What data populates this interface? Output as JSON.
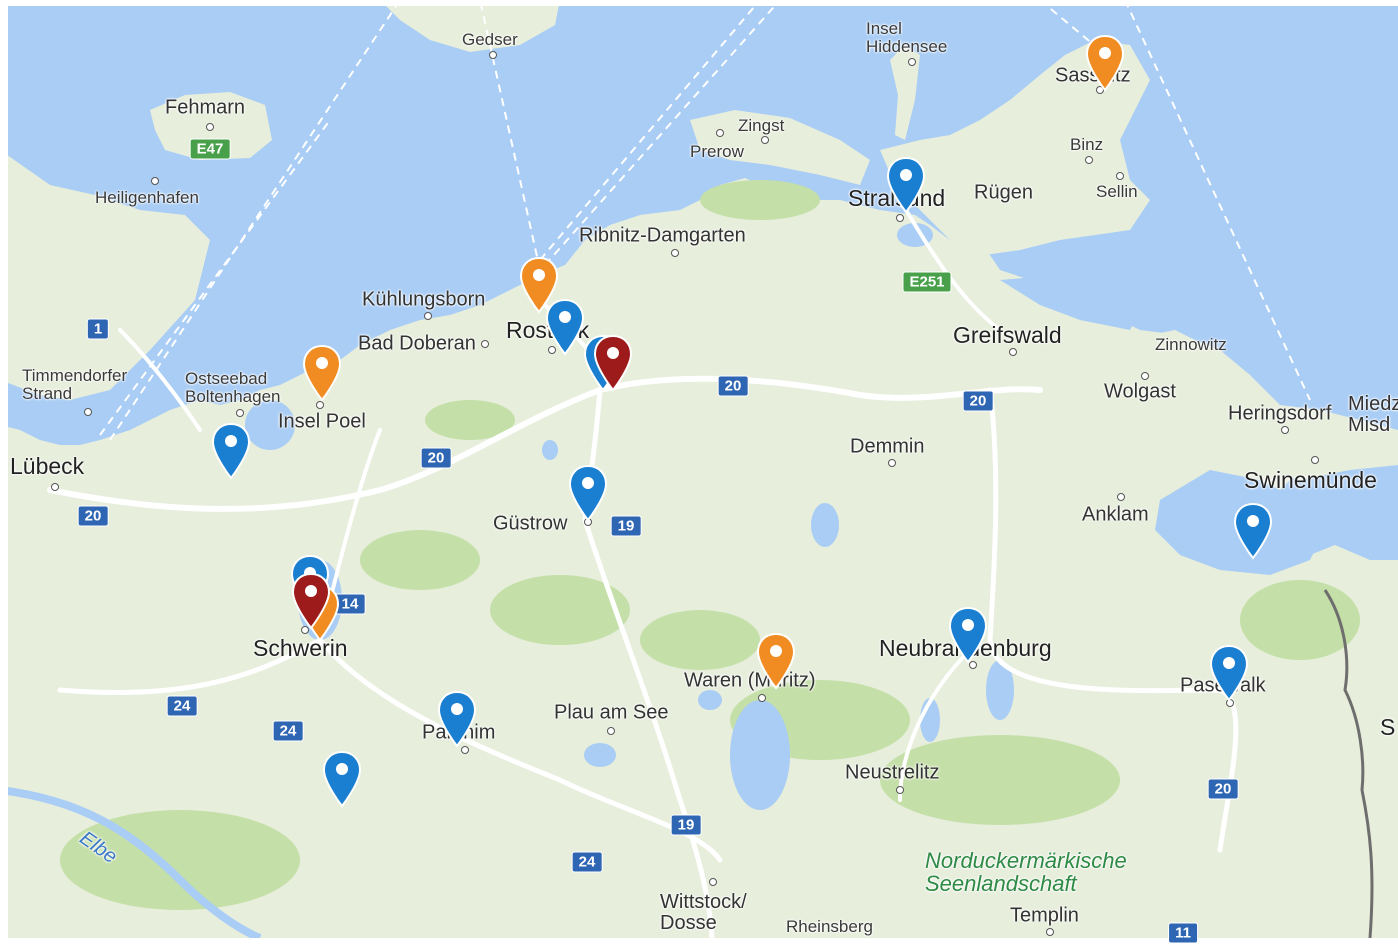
{
  "map": {
    "cities": [
      {
        "id": "gedser",
        "name": "Gedser",
        "size": "small"
      },
      {
        "id": "insel-hiddensee",
        "name": "Insel\nHiddensee",
        "size": "small"
      },
      {
        "id": "sassnitz",
        "name": "Sassnitz",
        "size": "mid"
      },
      {
        "id": "fehmarn",
        "name": "Fehmarn",
        "size": "mid"
      },
      {
        "id": "zingst",
        "name": "Zingst",
        "size": "small"
      },
      {
        "id": "prerow",
        "name": "Prerow",
        "size": "small"
      },
      {
        "id": "binz",
        "name": "Binz",
        "size": "small"
      },
      {
        "id": "heiligenhafen",
        "name": "Heiligenhafen",
        "size": "small"
      },
      {
        "id": "stralsund",
        "name": "Stralsund",
        "size": "big"
      },
      {
        "id": "ruegen",
        "name": "Rügen",
        "size": "mid"
      },
      {
        "id": "sellin",
        "name": "Sellin",
        "size": "small"
      },
      {
        "id": "ribnitz",
        "name": "Ribnitz-Damgarten",
        "size": "mid"
      },
      {
        "id": "kuehlungsborn",
        "name": "Kühlungsborn",
        "size": "mid"
      },
      {
        "id": "rostock",
        "name": "Rostock",
        "size": "big"
      },
      {
        "id": "greifswald",
        "name": "Greifswald",
        "size": "big"
      },
      {
        "id": "zinnowitz",
        "name": "Zinnowitz",
        "size": "small"
      },
      {
        "id": "bad-doberan",
        "name": "Bad Doberan",
        "size": "mid"
      },
      {
        "id": "timmendorfer",
        "name": "Timmendorfer\nStrand",
        "size": "small"
      },
      {
        "id": "ostseebad",
        "name": "Ostseebad\nBoltenhagen",
        "size": "small"
      },
      {
        "id": "insel-poel",
        "name": "Insel Poel",
        "size": "mid"
      },
      {
        "id": "wolgast",
        "name": "Wolgast",
        "size": "mid"
      },
      {
        "id": "heringsdorf",
        "name": "Heringsdorf",
        "size": "mid"
      },
      {
        "id": "miedz",
        "name": "Miedz\nMisd",
        "size": "mid"
      },
      {
        "id": "luebeck",
        "name": "Lübeck",
        "size": "big"
      },
      {
        "id": "demmin",
        "name": "Demmin",
        "size": "mid"
      },
      {
        "id": "swinemuende",
        "name": "Swinemünde",
        "size": "big"
      },
      {
        "id": "anklam",
        "name": "Anklam",
        "size": "mid"
      },
      {
        "id": "guestrow",
        "name": "Güstrow",
        "size": "mid"
      },
      {
        "id": "schwerin",
        "name": "Schwerin",
        "size": "big"
      },
      {
        "id": "neubrandenburg",
        "name": "Neubrandenburg",
        "size": "big"
      },
      {
        "id": "waren",
        "name": "Waren (Müritz)",
        "size": "mid"
      },
      {
        "id": "pasewalk",
        "name": "Pasewalk",
        "size": "mid"
      },
      {
        "id": "plau",
        "name": "Plau am See",
        "size": "mid"
      },
      {
        "id": "parchim",
        "name": "Parchim",
        "size": "mid"
      },
      {
        "id": "neustrelitz",
        "name": "Neustrelitz",
        "size": "mid"
      },
      {
        "id": "s-edge",
        "name": "S",
        "size": "big"
      },
      {
        "id": "elbe",
        "name": "Elbe",
        "size": "water"
      },
      {
        "id": "nordtext",
        "name": "Norduckermärkische\nSeenlandschaft",
        "size": "park"
      },
      {
        "id": "templin",
        "name": "Templin",
        "size": "mid"
      },
      {
        "id": "wittstock",
        "name": "Wittstock/\nDosse",
        "size": "mid"
      },
      {
        "id": "rheinsberg",
        "name": "Rheinsberg",
        "size": "small"
      }
    ],
    "shields": [
      {
        "id": "e47",
        "label": "E47",
        "type": "e"
      },
      {
        "id": "a1",
        "label": "1",
        "type": "a"
      },
      {
        "id": "e251",
        "label": "E251",
        "type": "e"
      },
      {
        "id": "a20a",
        "label": "20",
        "type": "a"
      },
      {
        "id": "a20b",
        "label": "20",
        "type": "a"
      },
      {
        "id": "a20c",
        "label": "20",
        "type": "a"
      },
      {
        "id": "a20d",
        "label": "20",
        "type": "a"
      },
      {
        "id": "a19a",
        "label": "19",
        "type": "a"
      },
      {
        "id": "a14",
        "label": "14",
        "type": "a"
      },
      {
        "id": "a24a",
        "label": "24",
        "type": "a"
      },
      {
        "id": "a24b",
        "label": "24",
        "type": "a"
      },
      {
        "id": "a24c",
        "label": "24",
        "type": "a"
      },
      {
        "id": "a19b",
        "label": "19",
        "type": "a"
      },
      {
        "id": "a20e",
        "label": "20",
        "type": "a"
      },
      {
        "id": "a11",
        "label": "11",
        "type": "a"
      }
    ],
    "markers": [
      {
        "id": "m1",
        "color": "orange"
      },
      {
        "id": "m2",
        "color": "blue"
      },
      {
        "id": "m3",
        "color": "orange"
      },
      {
        "id": "m4",
        "color": "blue"
      },
      {
        "id": "m5",
        "color": "blue"
      },
      {
        "id": "m6",
        "color": "darkred"
      },
      {
        "id": "m7",
        "color": "orange"
      },
      {
        "id": "m8",
        "color": "blue"
      },
      {
        "id": "m9",
        "color": "blue"
      },
      {
        "id": "m10",
        "color": "blue"
      },
      {
        "id": "m11",
        "color": "blue"
      },
      {
        "id": "m12",
        "color": "orange"
      },
      {
        "id": "m13",
        "color": "darkred"
      },
      {
        "id": "m14",
        "color": "orange"
      },
      {
        "id": "m15",
        "color": "blue"
      },
      {
        "id": "m16",
        "color": "blue"
      },
      {
        "id": "m17",
        "color": "blue"
      },
      {
        "id": "m18",
        "color": "blue"
      }
    ],
    "colors": {
      "sea": "#a9cdf5",
      "land": "#e7eedc",
      "forest": "#c5dfa8",
      "lake": "#a9cdf5",
      "road": "#ffffff",
      "blue_pin": "#1a7fd1",
      "orange_pin": "#f08c22",
      "darkred_pin": "#9e1b1b"
    }
  }
}
